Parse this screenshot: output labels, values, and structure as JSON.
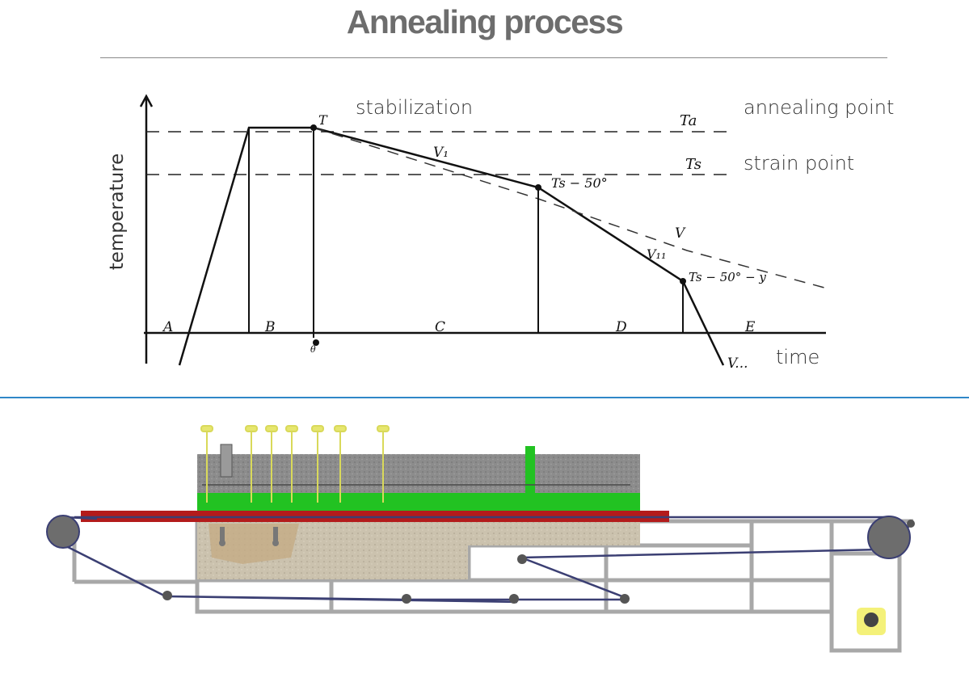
{
  "title": "Annealing process",
  "diagram": {
    "ylabel": "temperature",
    "xlabel": "time",
    "right_labels": {
      "annealing": "annealing point",
      "strain": "strain point"
    },
    "top_label": "stabilization",
    "handwritten": {
      "t": "T",
      "ta": "Ta",
      "ts": "Ts",
      "v1": "V₁",
      "v": "V",
      "v2": "V₁₁",
      "ts50": "Ts − 50°",
      "ts50y": "Ts − 50° − y",
      "vdots": "V...",
      "theta": "θ"
    },
    "zones": [
      "A",
      "B",
      "C",
      "D",
      "E"
    ]
  },
  "colors": {
    "title": "#6d6d6d",
    "rule": "#2f87c8",
    "furnace_top": "#8a8a8a",
    "furnace_bottom": "#c8bda8",
    "hot_zone": "#22c222",
    "glass_sheet": "#b31b1b",
    "frame": "#a9a9a9",
    "belt": "#3b3f73",
    "probe": "#e0e070"
  }
}
